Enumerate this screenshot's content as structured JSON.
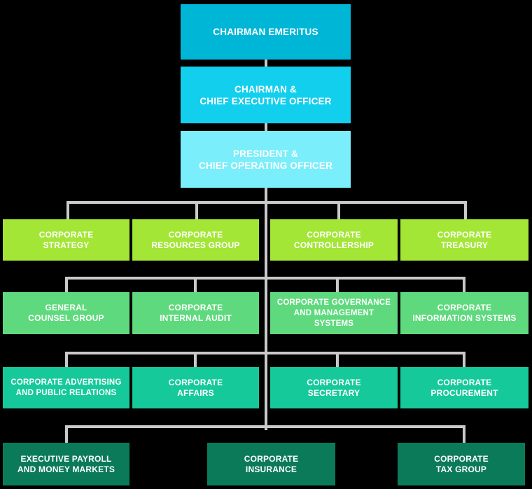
{
  "colors": {
    "background": "#000000",
    "connector": "#c9c9c9",
    "level_1": "#00b6d6",
    "level_2": "#12cfee",
    "level_3": "#7aeefa",
    "row_1": "#a3e635",
    "row_2": "#5fd97e",
    "row_3": "#16c99a",
    "row_4": "#0b7a59"
  },
  "top": [
    {
      "line1": "CHAIRMAN EMERITUS",
      "line2": ""
    },
    {
      "line1": "CHAIRMAN &",
      "line2": "CHIEF EXECUTIVE OFFICER"
    },
    {
      "line1": "PRESIDENT &",
      "line2": "CHIEF OPERATING OFFICER"
    }
  ],
  "rows": [
    [
      {
        "line1": "CORPORATE",
        "line2": "STRATEGY"
      },
      {
        "line1": "CORPORATE",
        "line2": "RESOURCES GROUP"
      },
      {
        "line1": "CORPORATE",
        "line2": "CONTROLLERSHIP"
      },
      {
        "line1": "CORPORATE",
        "line2": "TREASURY"
      }
    ],
    [
      {
        "line1": "GENERAL",
        "line2": "COUNSEL GROUP"
      },
      {
        "line1": "CORPORATE",
        "line2": "INTERNAL AUDIT"
      },
      {
        "line1": "CORPORATE GOVERNANCE",
        "line2": "AND MANAGEMENT SYSTEMS"
      },
      {
        "line1": "CORPORATE",
        "line2": "INFORMATION SYSTEMS"
      }
    ],
    [
      {
        "line1": "CORPORATE ADVERTISING",
        "line2": "AND PUBLIC RELATIONS"
      },
      {
        "line1": "CORPORATE",
        "line2": "AFFAIRS"
      },
      {
        "line1": "CORPORATE",
        "line2": "SECRETARY"
      },
      {
        "line1": "CORPORATE",
        "line2": "PROCUREMENT"
      }
    ],
    [
      {
        "line1": "EXECUTIVE PAYROLL",
        "line2": "AND MONEY MARKETS"
      },
      {
        "line1": "CORPORATE",
        "line2": "INSURANCE"
      },
      {
        "line1": "CORPORATE",
        "line2": "TAX GROUP"
      }
    ]
  ]
}
